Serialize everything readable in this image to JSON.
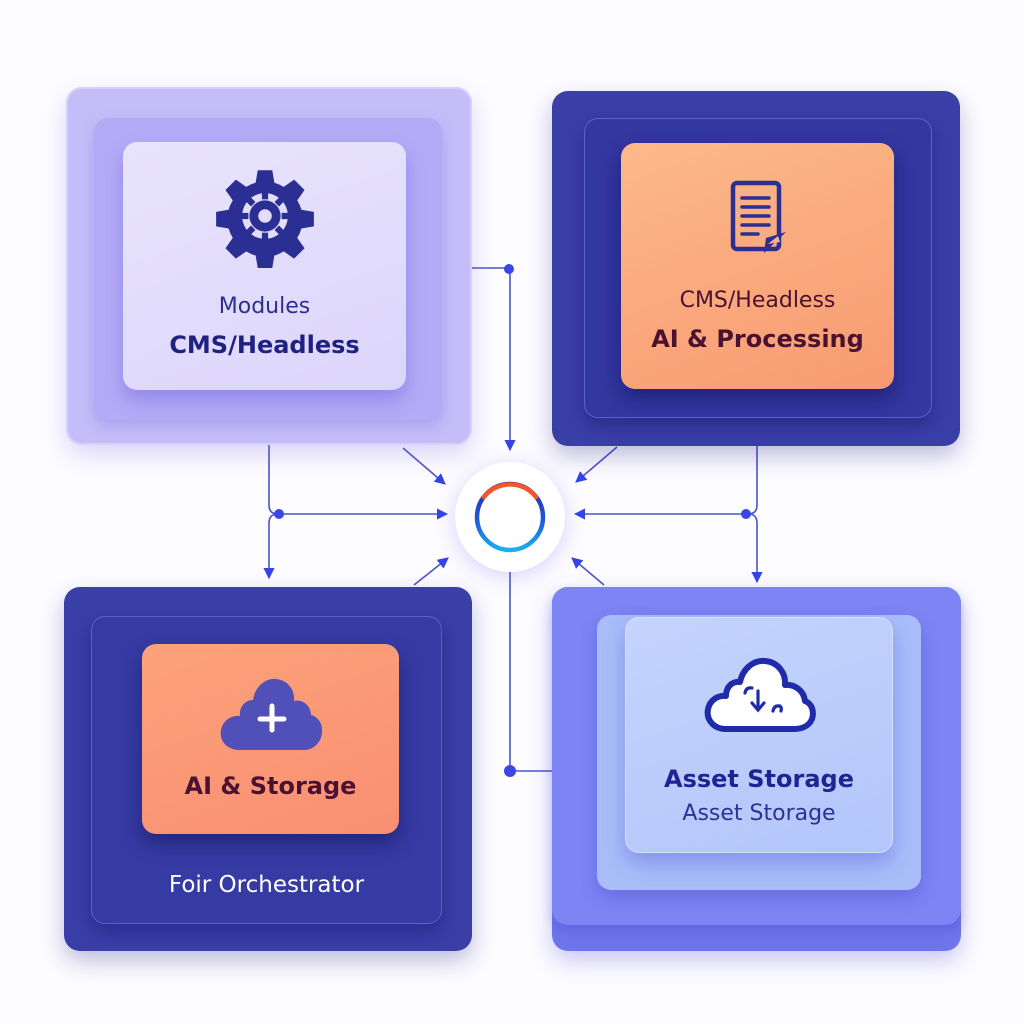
{
  "diagram": {
    "hub": {
      "label": "",
      "ring_colors": [
        "#f2572c",
        "#2b2aa6",
        "#1aa3e8"
      ]
    },
    "nodes": [
      {
        "id": "top-left",
        "icon": "gear-icon",
        "title": "Modules",
        "subtitle": "CMS/Headless",
        "theme": "lavender"
      },
      {
        "id": "top-right",
        "icon": "document-icon",
        "title": "CMS/Headless",
        "subtitle": "AI & Processing",
        "theme": "orange-on-navy"
      },
      {
        "id": "bottom-left",
        "icon": "cloud-plus-icon",
        "title": "AI & Storage",
        "caption": "Foir Orchestrator",
        "theme": "orange-on-navy"
      },
      {
        "id": "bottom-right",
        "icon": "cloud-download-icon",
        "title": "Asset Storage",
        "subtitle": "Asset Storage",
        "theme": "periwinkle"
      }
    ],
    "edges": [
      {
        "from": "top-left",
        "to": "hub"
      },
      {
        "from": "top-right",
        "to": "hub"
      },
      {
        "from": "bottom-left",
        "to": "hub"
      },
      {
        "from": "bottom-right",
        "to": "hub"
      },
      {
        "from": "top-left",
        "to": "bottom-left"
      },
      {
        "from": "top-right",
        "to": "bottom-right"
      },
      {
        "from": "hub",
        "to": "bottom-right"
      }
    ],
    "colors": {
      "navy": "#3a3fa8",
      "lavender": "#c5bdf8",
      "orange": "#f99c74",
      "periwinkle": "#7d84f3",
      "connector": "#3b4ee6",
      "text_dark_navy": "#22227a",
      "text_maroon": "#4a1230"
    }
  }
}
